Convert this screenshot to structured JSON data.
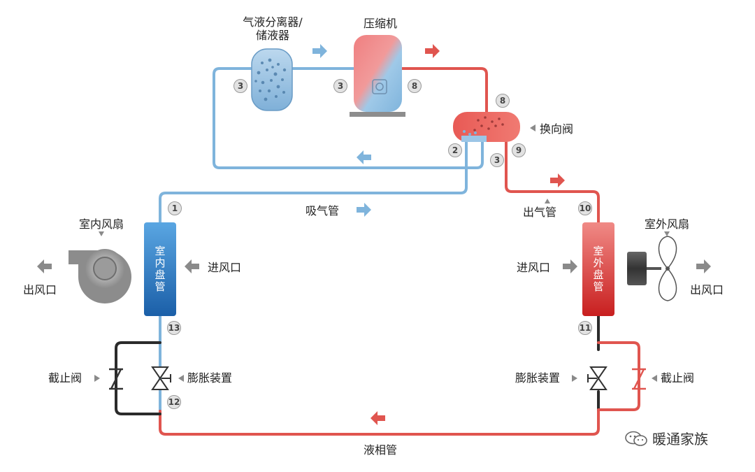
{
  "labels": {
    "separator": "气液分离器/\n储液器",
    "compressor": "压缩机",
    "reversing_valve": "换向阀",
    "suction_pipe": "吸气管",
    "discharge_pipe": "出气管",
    "liquid_pipe": "液相管",
    "indoor_fan": "室内风扇",
    "outdoor_fan": "室外风扇",
    "indoor_coil": "室内盘管",
    "outdoor_coil": "室外盘管",
    "air_out_left": "出风口",
    "air_in_indoor": "进风口",
    "air_in_outdoor": "进风口",
    "air_out_right": "出风口",
    "stop_valve_left": "截止阀",
    "expansion_left": "膨胀装置",
    "expansion_right": "膨胀装置",
    "stop_valve_right": "截止阀"
  },
  "points": {
    "p3_sep": "3",
    "p3_comp": "3",
    "p8_comp": "8",
    "p8_valve": "8",
    "p2_valve": "2",
    "p9_valve": "9",
    "p3_valve": "3",
    "p1": "1",
    "p10": "10",
    "p13": "13",
    "p11": "11",
    "p12": "12"
  },
  "watermark": "暖通家族",
  "colors": {
    "cold_pipe": "#7fb4dc",
    "hot_pipe": "#e0554f",
    "dark_pipe": "#2b2b2b",
    "arrow_gray": "#8a8a8a"
  }
}
